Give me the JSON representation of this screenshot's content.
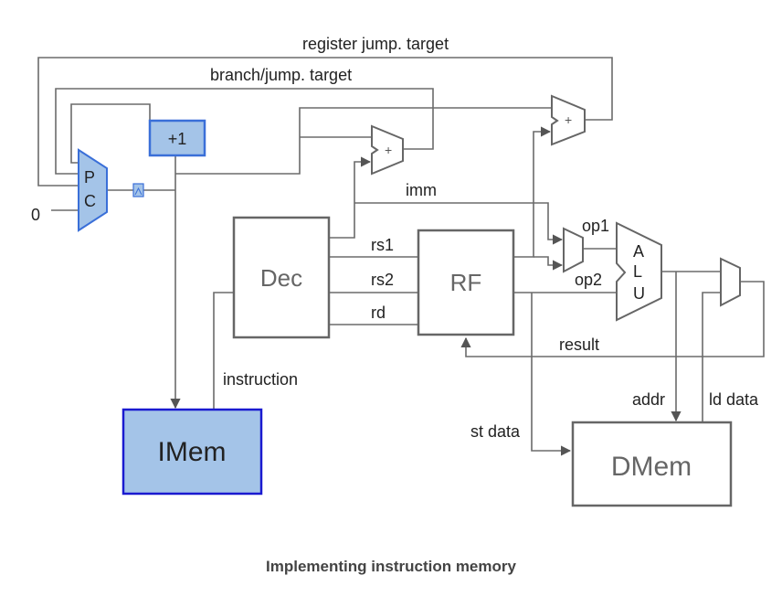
{
  "diagram": {
    "labels": {
      "register_jump_target": "register jump. target",
      "branch_jump_target": "branch/jump. target",
      "plus_one": "+1",
      "pc_p": "P",
      "pc_c": "C",
      "zero": "0",
      "adder_sign": "+",
      "imm": "imm",
      "rs1": "rs1",
      "rs2": "rs2",
      "rd": "rd",
      "op1": "op1",
      "op2": "op2",
      "alu_a": "A",
      "alu_l": "L",
      "alu_u": "U",
      "result": "result",
      "instruction": "instruction",
      "addr": "addr",
      "ld_data": "ld data",
      "st_data": "st data"
    },
    "blocks": {
      "dec": "Dec",
      "rf": "RF",
      "imem": "IMem",
      "dmem": "DMem"
    },
    "colors": {
      "highlight_fill": "#a4c4e8",
      "highlight_stroke": "#3a6fd8",
      "imem_stroke": "#1a1ad0",
      "block_stroke": "#666666",
      "wire": "#6b6b6b"
    }
  },
  "caption": "Implementing instruction memory"
}
